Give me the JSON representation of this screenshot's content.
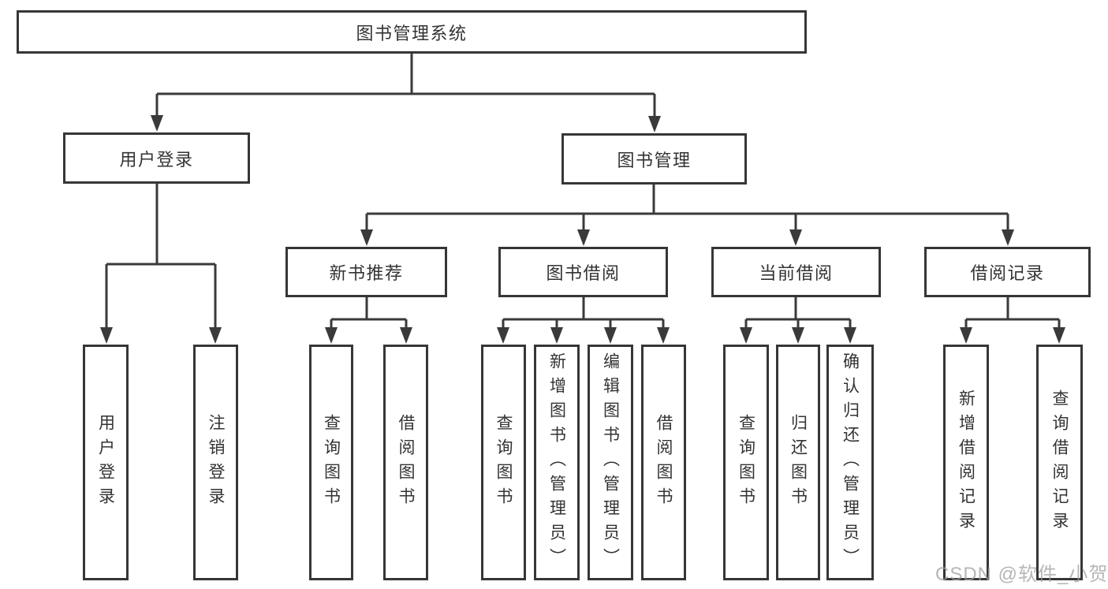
{
  "colors": {
    "line": "#3a3a3a",
    "box_border": "#363636",
    "text": "#333333",
    "background": "#ffffff",
    "watermark": "#9e9e9e"
  },
  "tree": {
    "root": {
      "label": "图书管理系统",
      "children": [
        {
          "label": "用户登录",
          "children": [
            {
              "label": "用户登录"
            },
            {
              "label": "注销登录"
            }
          ]
        },
        {
          "label": "图书管理",
          "children": [
            {
              "label": "新书推荐",
              "children": [
                {
                  "label": "查询图书"
                },
                {
                  "label": "借阅图书"
                }
              ]
            },
            {
              "label": "图书借阅",
              "children": [
                {
                  "label": "查询图书"
                },
                {
                  "label": "新增图书（管理员）"
                },
                {
                  "label": "编辑图书（管理员）"
                },
                {
                  "label": "借阅图书"
                }
              ]
            },
            {
              "label": "当前借阅",
              "children": [
                {
                  "label": "查询图书"
                },
                {
                  "label": "归还图书"
                },
                {
                  "label": "确认归还（管理员）"
                }
              ]
            },
            {
              "label": "借阅记录",
              "children": [
                {
                  "label": "新增借阅记录"
                },
                {
                  "label": "查询借阅记录"
                }
              ]
            }
          ]
        }
      ]
    }
  },
  "watermark": {
    "text": "CSDN @软件_小贺同学"
  }
}
